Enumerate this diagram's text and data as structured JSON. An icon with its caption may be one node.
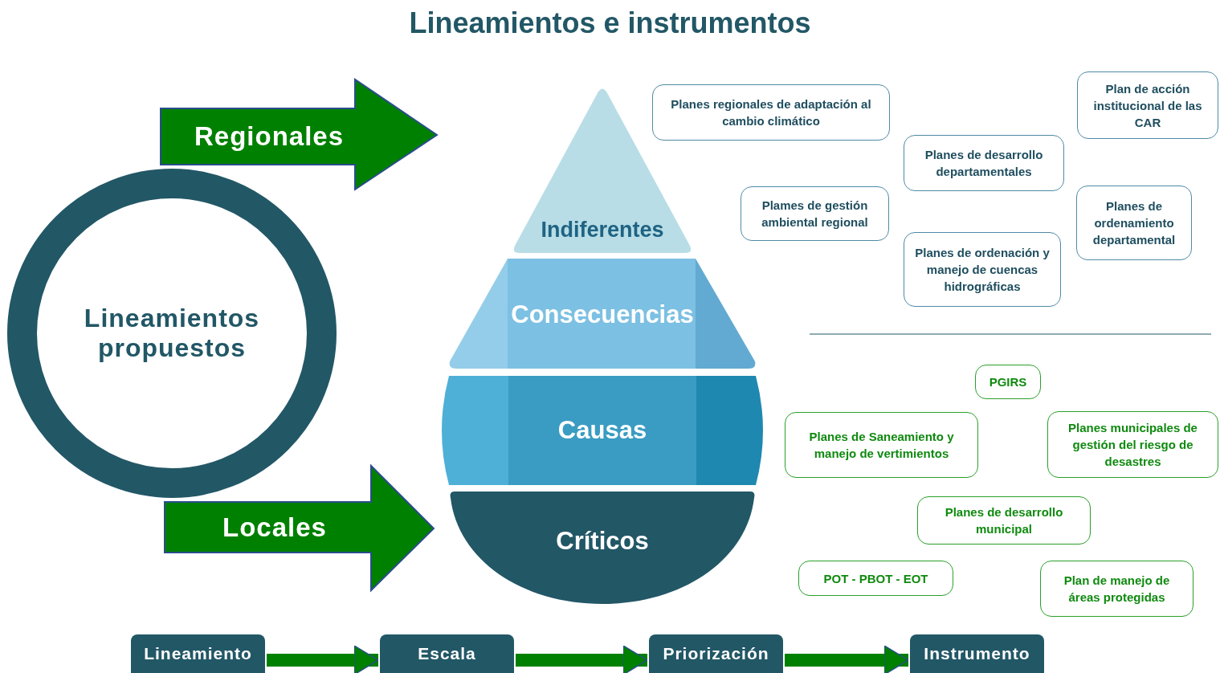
{
  "diagram": {
    "title": "Lineamientos e instrumentos",
    "nodes": [
      {
        "text": [
          "Lineamientos propuestos"
        ]
      },
      {
        "text": [
          "Regionales"
        ]
      },
      {
        "text": [
          "Locales"
        ]
      },
      {
        "text": [
          "Indiferentes"
        ]
      },
      {
        "text": [
          "Consecuencias"
        ]
      },
      {
        "text": [
          "Causas"
        ]
      },
      {
        "text": [
          "Críticos"
        ]
      },
      {
        "text": [
          "Planes regionales de adaptación al cambio climático"
        ]
      },
      {
        "text": [
          "Plan de acción institucional de las CAR"
        ]
      },
      {
        "text": [
          "Planes de desarrollo departamentales"
        ]
      },
      {
        "text": [
          "Plames de gestión ambiental regional"
        ]
      },
      {
        "text": [
          "Planes de ordenamiento departamental"
        ]
      },
      {
        "text": [
          "Planes de ordenación y manejo de cuencas hidrográficas"
        ]
      },
      {
        "text": [
          "PGIRS"
        ]
      },
      {
        "text": [
          "Planes de Saneamiento y manejo de vertimientos"
        ]
      },
      {
        "text": [
          "Planes municipales de gestión del riesgo de desastres"
        ]
      },
      {
        "text": [
          "Planes de desarrollo municipal"
        ]
      },
      {
        "text": [
          "POT - PBOT - EOT"
        ]
      },
      {
        "text": [
          "Plan de manejo de áreas protegidas"
        ]
      },
      {
        "text": [
          "Lineamiento"
        ]
      },
      {
        "text": [
          "Escala"
        ]
      },
      {
        "text": [
          "Priorización"
        ]
      },
      {
        "text": [
          "Instrumento"
        ]
      }
    ],
    "edges": [
      {
        "from": 19,
        "to": 20,
        "arrow": "to"
      },
      {
        "from": 20,
        "to": 21,
        "arrow": "to"
      },
      {
        "from": 21,
        "to": 22,
        "arrow": "to"
      }
    ]
  }
}
